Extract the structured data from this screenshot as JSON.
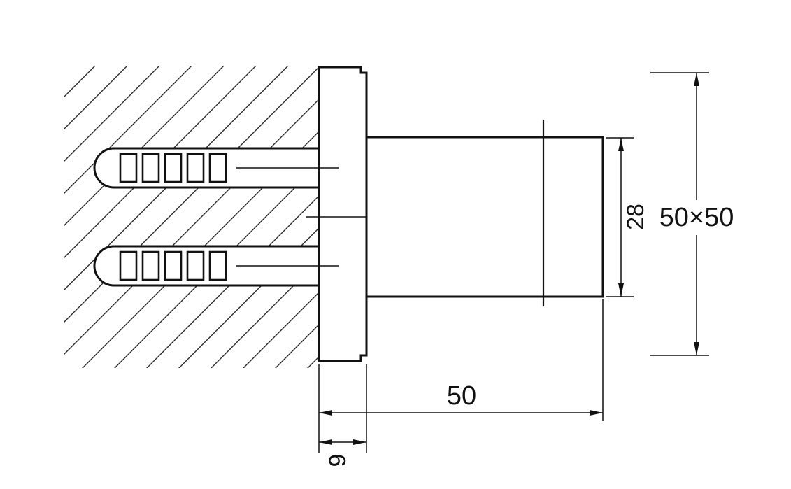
{
  "drawing": {
    "labels": {
      "body_diameter": "28",
      "plate_size": "50×50",
      "body_length": "50",
      "plate_thickness": "9"
    },
    "colors": {
      "line": "#111111",
      "background": "#ffffff"
    }
  }
}
